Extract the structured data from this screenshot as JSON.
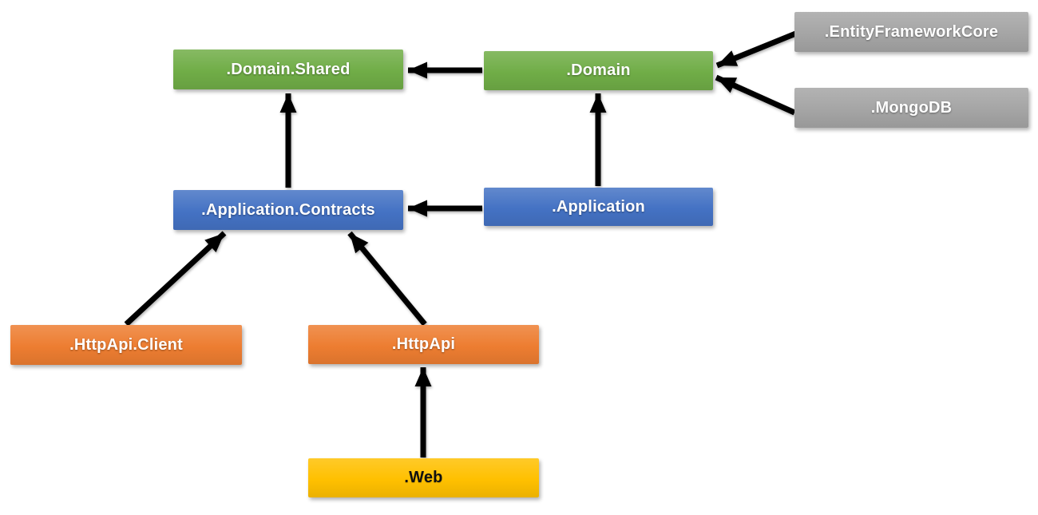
{
  "diagram": {
    "palette": {
      "green": "#70AD47",
      "blue": "#4472C4",
      "orange": "#ED7D31",
      "gray": "#A5A5A5",
      "gold": "#FFC000",
      "arrow": "#000000",
      "background": "#FFFFFF",
      "text_light": "#FFFFFF",
      "text_dark": "#111111"
    },
    "nodes": [
      {
        "id": "domain-shared",
        "label": ".Domain.Shared",
        "color": "green",
        "text": "light"
      },
      {
        "id": "domain",
        "label": ".Domain",
        "color": "green",
        "text": "light"
      },
      {
        "id": "entity-framework-core",
        "label": ".EntityFrameworkCore",
        "color": "gray",
        "text": "light"
      },
      {
        "id": "mongodb",
        "label": ".MongoDB",
        "color": "gray",
        "text": "light"
      },
      {
        "id": "application-contracts",
        "label": ".Application.Contracts",
        "color": "blue",
        "text": "light"
      },
      {
        "id": "application",
        "label": ".Application",
        "color": "blue",
        "text": "light"
      },
      {
        "id": "httpapi-client",
        "label": ".HttpApi.Client",
        "color": "orange",
        "text": "light"
      },
      {
        "id": "httpapi",
        "label": ".HttpApi",
        "color": "orange",
        "text": "light"
      },
      {
        "id": "web",
        "label": ".Web",
        "color": "gold",
        "text": "dark"
      }
    ],
    "edges": [
      {
        "from": "domain",
        "to": "domain-shared"
      },
      {
        "from": "application-contracts",
        "to": "domain-shared"
      },
      {
        "from": "application",
        "to": "domain"
      },
      {
        "from": "application",
        "to": "application-contracts"
      },
      {
        "from": "entity-framework-core",
        "to": "domain"
      },
      {
        "from": "mongodb",
        "to": "domain"
      },
      {
        "from": "httpapi-client",
        "to": "application-contracts"
      },
      {
        "from": "httpapi",
        "to": "application-contracts"
      },
      {
        "from": "web",
        "to": "httpapi"
      }
    ]
  }
}
